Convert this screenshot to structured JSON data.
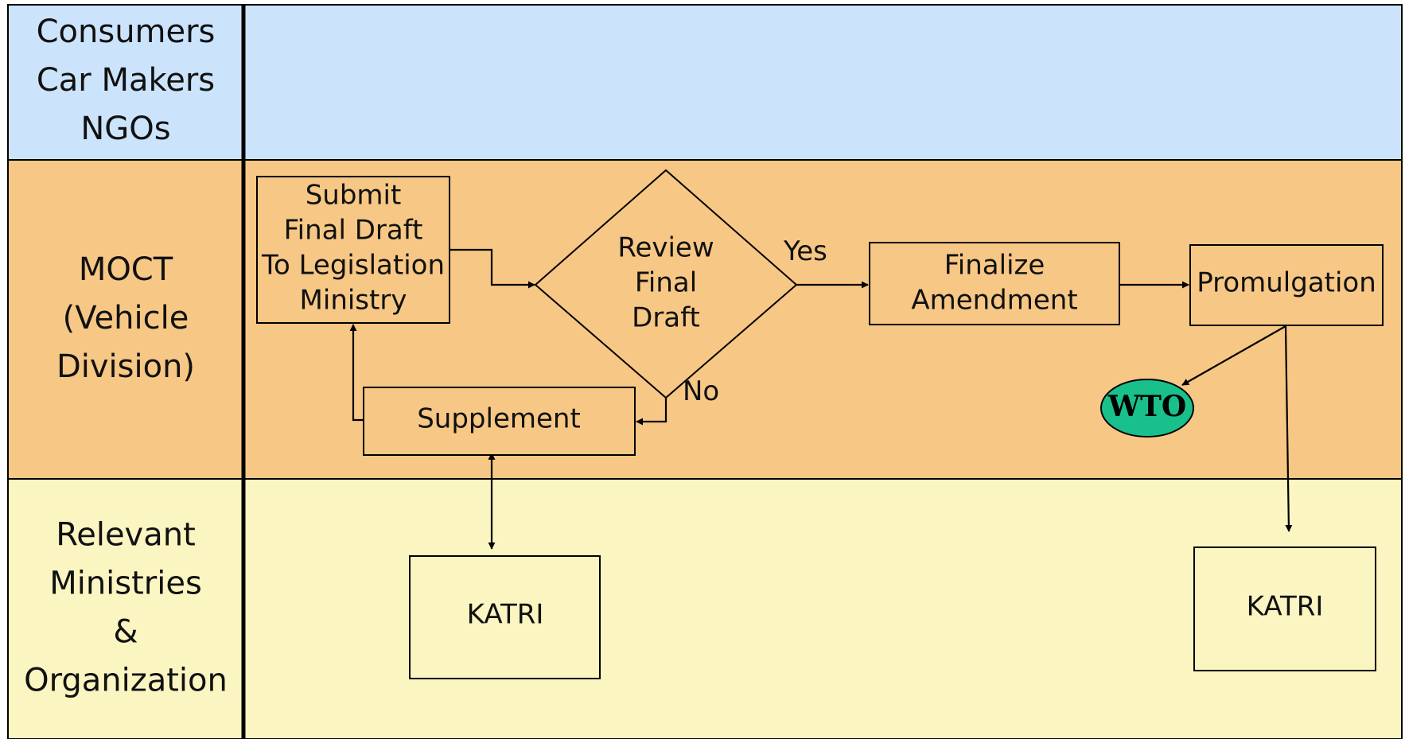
{
  "lanes": [
    {
      "id": "consumers",
      "label_lines": [
        "Consumers",
        "Car Makers",
        "NGOs"
      ],
      "color": "#cce4fb"
    },
    {
      "id": "moct",
      "label_lines": [
        "MOCT",
        "(Vehicle",
        "Division)"
      ],
      "color": "#f7c785"
    },
    {
      "id": "ministries",
      "label_lines": [
        "Relevant",
        "Ministries",
        "&",
        "Organization"
      ],
      "color": "#fbf5c2"
    }
  ],
  "nodes": {
    "submit": {
      "label_lines": [
        "Submit",
        "Final Draft",
        "To Legislation",
        "Ministry"
      ],
      "shape": "rect"
    },
    "review": {
      "label_lines": [
        "Review",
        "Final",
        "Draft"
      ],
      "shape": "diamond"
    },
    "finalize": {
      "label_lines": [
        "Finalize",
        "Amendment"
      ],
      "shape": "rect"
    },
    "promulgation": {
      "label_lines": [
        "Promulgation"
      ],
      "shape": "rect"
    },
    "supplement": {
      "label_lines": [
        "Supplement"
      ],
      "shape": "rect"
    },
    "wto": {
      "label_lines": [
        "WTO"
      ],
      "shape": "ellipse",
      "color": "#19c08c"
    },
    "katri_left": {
      "label_lines": [
        "KATRI"
      ],
      "shape": "rect"
    },
    "katri_right": {
      "label_lines": [
        "KATRI"
      ],
      "shape": "rect"
    }
  },
  "edges": [
    {
      "from": "submit",
      "to": "review"
    },
    {
      "from": "review",
      "to": "finalize",
      "label": "Yes"
    },
    {
      "from": "finalize",
      "to": "promulgation"
    },
    {
      "from": "review",
      "to": "supplement",
      "label": "No"
    },
    {
      "from": "supplement",
      "to": "submit"
    },
    {
      "from": "supplement",
      "to": "katri_left",
      "bidirectional": true
    },
    {
      "from": "promulgation",
      "to": "wto"
    },
    {
      "from": "promulgation",
      "to": "katri_right"
    }
  ]
}
